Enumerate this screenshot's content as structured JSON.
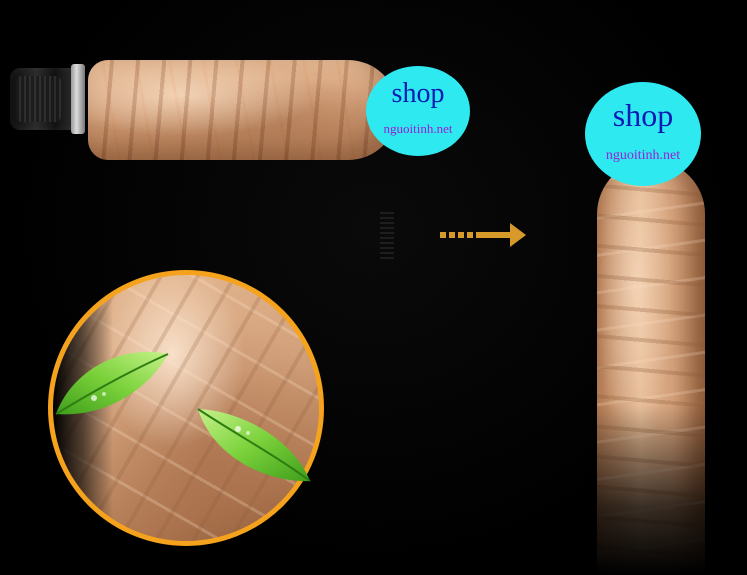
{
  "badges": {
    "top_left": {
      "shop": "shop",
      "site": "nguoitinh.net"
    },
    "top_right": {
      "shop": "shop",
      "site": "nguoitinh.net"
    }
  },
  "colors": {
    "background": "#000000",
    "badge_fill": "#2ee9f0",
    "badge_shop_text": "#0d1bb5",
    "badge_site_text": "#9c1fd6",
    "ring": "#f5a21c",
    "arrow": "#d79a2a",
    "leaf": "#7ad13a"
  },
  "icons": {
    "arrow": "dashed-right-arrow-icon",
    "leaf": "leaf-icon"
  }
}
